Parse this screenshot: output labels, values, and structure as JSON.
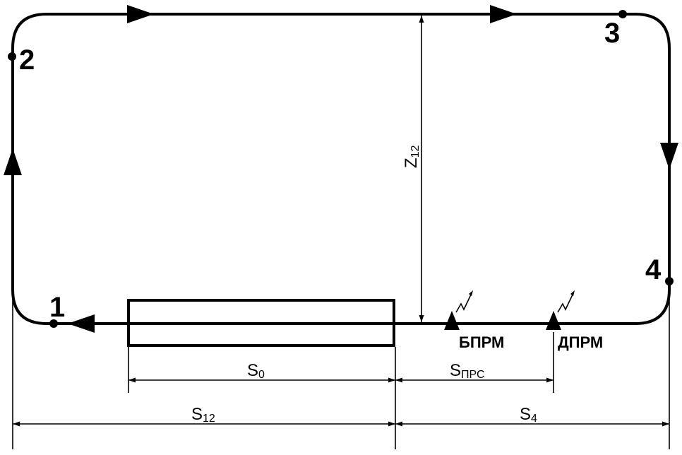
{
  "points": [
    "1",
    "2",
    "3",
    "4"
  ],
  "dimensions": {
    "z12": {
      "main": "Z",
      "sub": "12"
    },
    "s0": {
      "main": "S",
      "sub": "0"
    },
    "s_prs": {
      "main": "S",
      "sub": "ПРС"
    },
    "s12": {
      "main": "S",
      "sub": "12"
    },
    "s4": {
      "main": "S",
      "sub": "4"
    }
  },
  "beacons": {
    "outer": "БПРМ",
    "inner": "ДПРМ"
  }
}
